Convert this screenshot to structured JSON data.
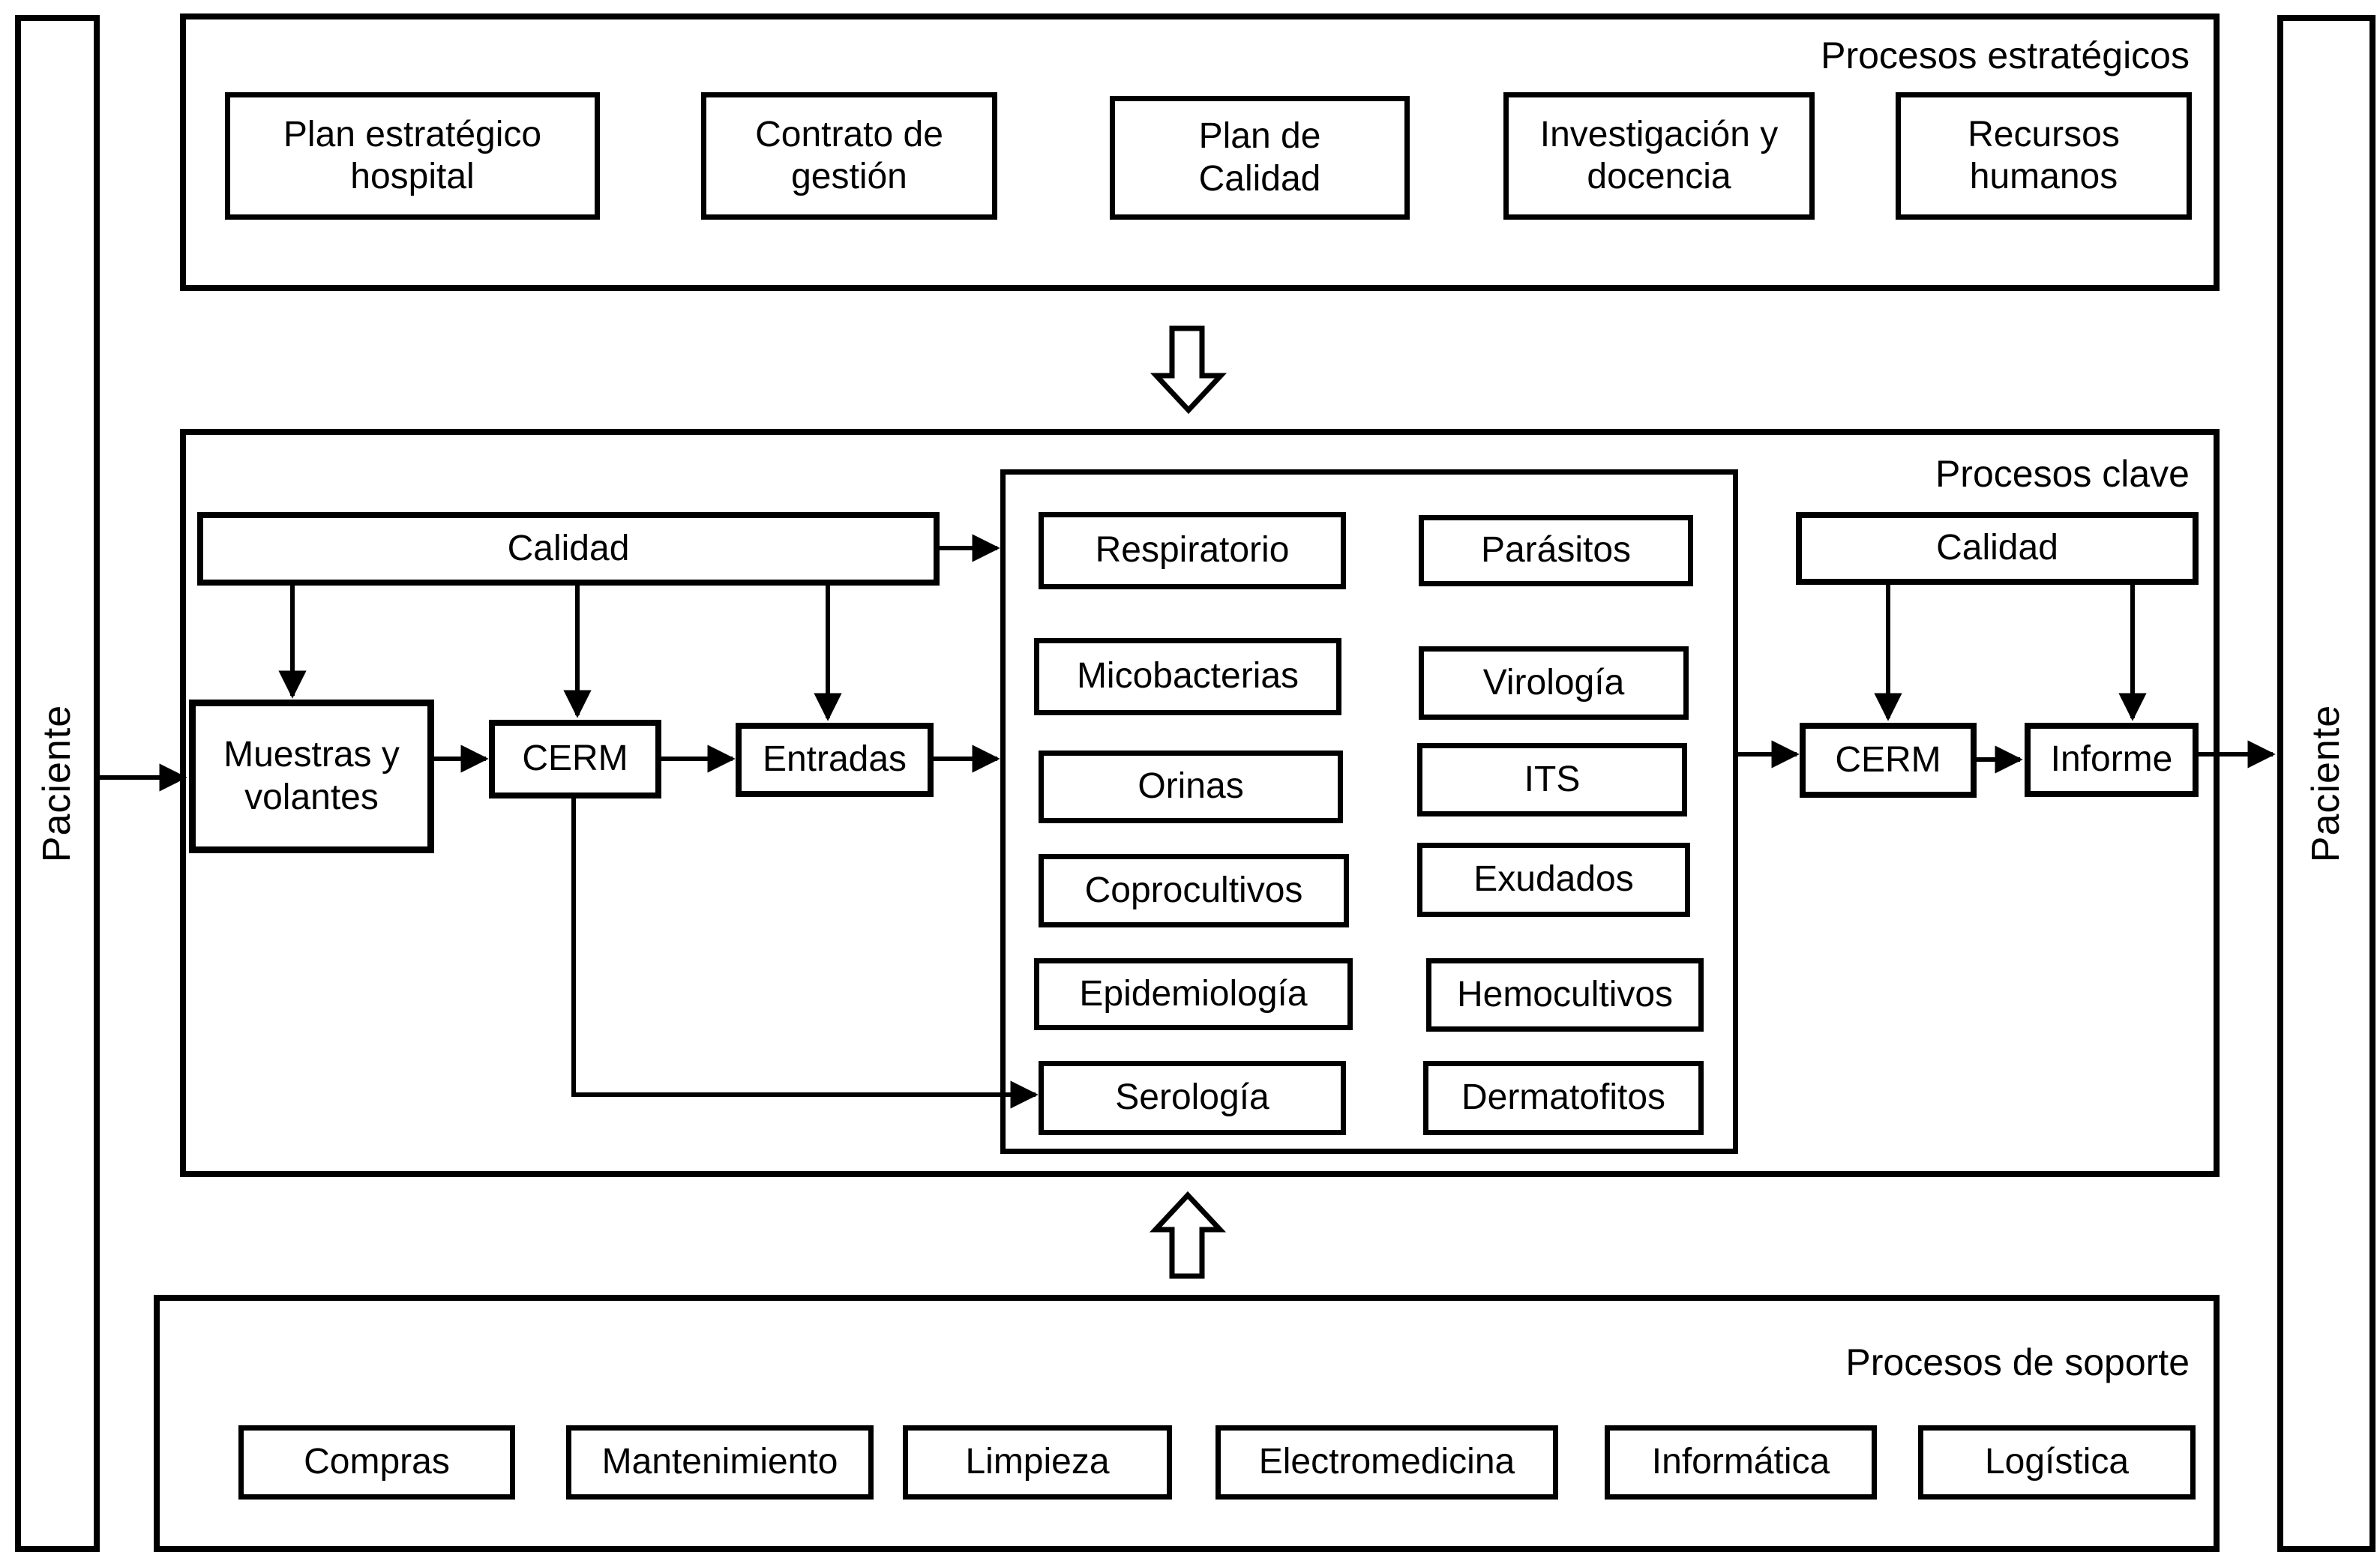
{
  "page": {
    "background": "#ffffff",
    "line_color": "#000000"
  },
  "patient_bars": {
    "left": "Paciente",
    "right": "Paciente"
  },
  "strategic": {
    "title": "Procesos estratégicos",
    "boxes": [
      "Plan estratégico\nhospital",
      "Contrato de\ngestión",
      "Plan de\nCalidad",
      "Investigación y\ndocencia",
      "Recursos\nhumanos"
    ]
  },
  "key": {
    "title": "Procesos clave",
    "quality_left": "Calidad",
    "quality_right": "Calidad",
    "samples": "Muestras y\nvolantes",
    "cerm_in": "CERM",
    "entries": "Entradas",
    "lab_left": [
      "Respiratorio",
      "Micobacterias",
      "Orinas",
      "Coprocultivos",
      "Epidemiología",
      "Serología"
    ],
    "lab_right": [
      "Parásitos",
      "Virología",
      "ITS",
      "Exudados",
      "Hemocultivos",
      "Dermatofitos"
    ],
    "cerm_out": "CERM",
    "report": "Informe"
  },
  "support": {
    "title": "Procesos de soporte",
    "boxes": [
      "Compras",
      "Mantenimiento",
      "Limpieza",
      "Electromedicina",
      "Informática",
      "Logística"
    ]
  }
}
